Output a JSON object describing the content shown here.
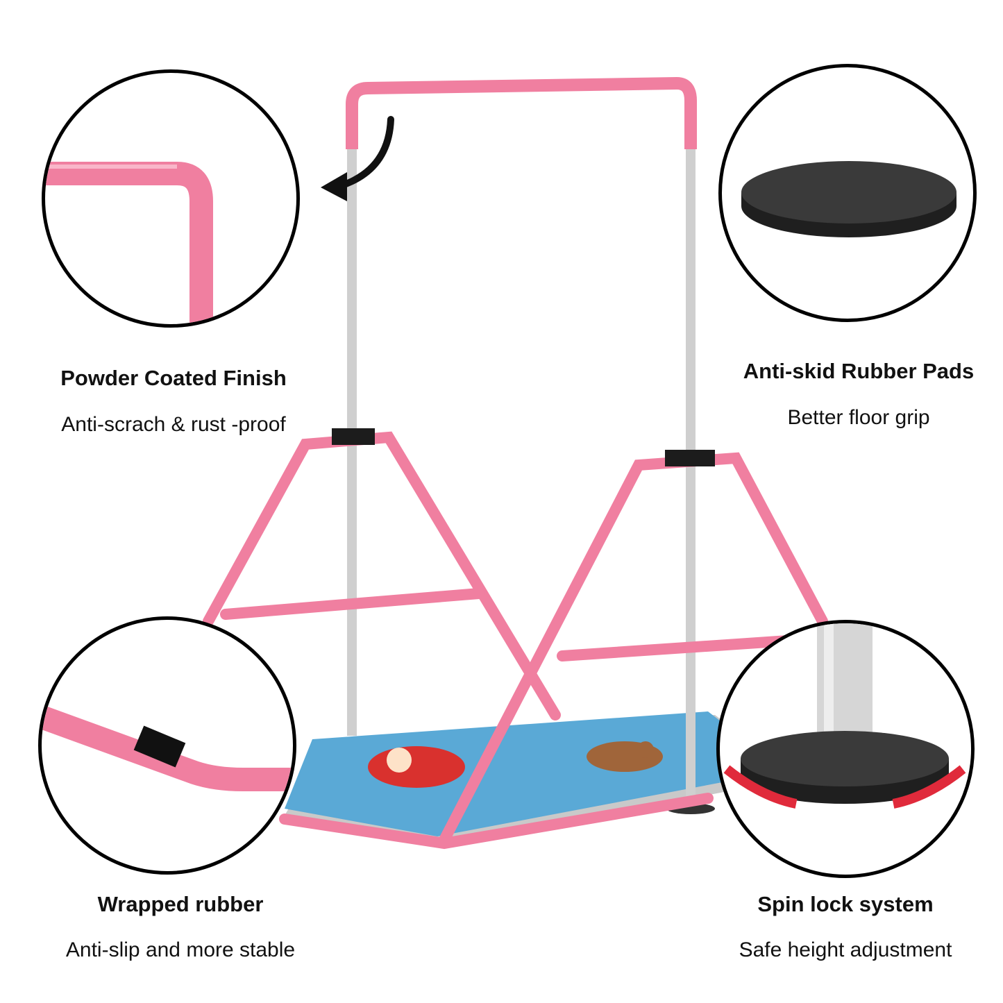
{
  "product": {
    "frame_color": "#f07fa0",
    "pole_color": "#c8c8c8",
    "mat_color": "#5aa9d6"
  },
  "features": [
    {
      "title": "Powder Coated Finish",
      "subtitle": "Anti-scrach & rust -proof",
      "icon": "pink-tube-corner-icon"
    },
    {
      "title": "Anti-skid Rubber Pads",
      "subtitle": "Better floor grip",
      "icon": "rubber-pad-icon"
    },
    {
      "title": "Wrapped rubber",
      "subtitle": "Anti-slip and more stable",
      "icon": "rubber-sleeve-icon"
    },
    {
      "title": "Spin lock system",
      "subtitle": "Safe height adjustment",
      "icon": "spin-lock-icon"
    }
  ]
}
